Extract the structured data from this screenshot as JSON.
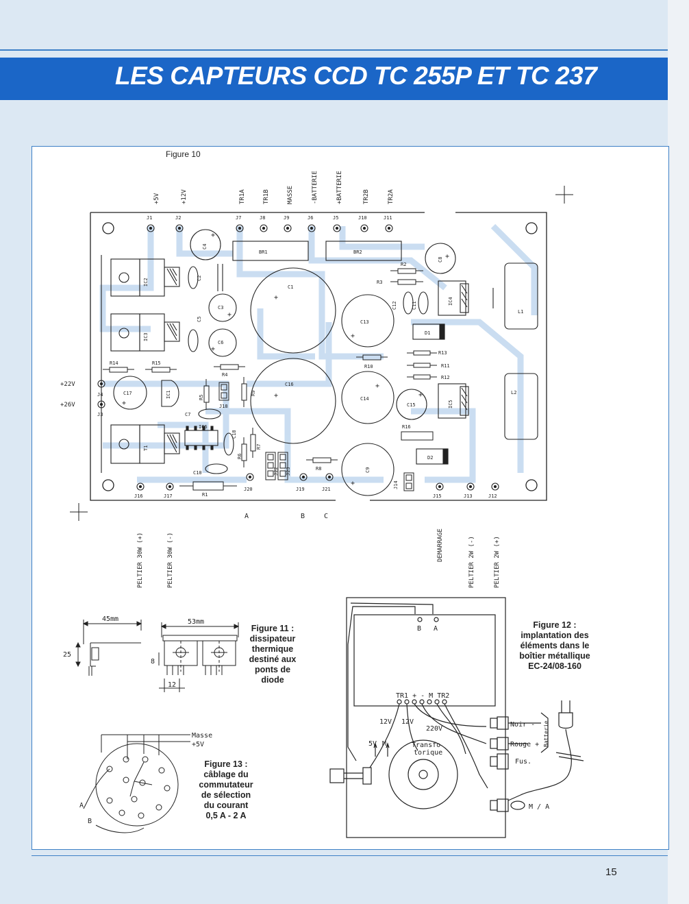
{
  "header": {
    "title": "LES CAPTEURS CCD TC 255P ET TC 237"
  },
  "page_number": "15",
  "figure10": {
    "title": "Figure 10",
    "top_labels": [
      "+5V",
      "+12V",
      "TR1A",
      "TR1B",
      "MASSE",
      "-BATTERIE",
      "+BATTERIE",
      "TR2B",
      "TR2A"
    ],
    "bottom_labels": [
      "PELTIER 30W (+)",
      "PELTIER 30W (-)",
      "DEMARRAGE",
      "PELTIER 2W (-)",
      "PELTIER 2W (+)"
    ],
    "left_labels": [
      "+22V",
      "+26V"
    ],
    "jumpers_top": [
      "J1",
      "J2",
      "J7",
      "J8",
      "J9",
      "J6",
      "J5",
      "J10",
      "J11"
    ],
    "jumpers_left": [
      "J4",
      "J3"
    ],
    "jumpers_bottom": [
      "J16",
      "J17",
      "J20",
      "J19",
      "J21",
      "J14",
      "J15",
      "J13",
      "J12"
    ],
    "abc": [
      "A",
      "B",
      "C"
    ],
    "components": {
      "br1": "BR1",
      "br2": "BR2",
      "c1": "C1",
      "c2": "C2",
      "c3": "C3",
      "c4": "C4",
      "c5": "C5",
      "c6": "C6",
      "c7": "C7",
      "c8": "C8",
      "c9": "C9",
      "c10": "C10",
      "c11": "C11",
      "c12": "C12",
      "c13": "C13",
      "c14": "C14",
      "c15": "C15",
      "c16": "C16",
      "c17": "C17",
      "c18": "C18",
      "ic1": "IC1",
      "ic2": "IC2",
      "ic3": "IC3",
      "ic4": "IC4",
      "ic5": "IC5",
      "ic6": "IC6",
      "t1": "T1",
      "d1": "D1",
      "d2": "D2",
      "l1": "L1",
      "l2": "L2",
      "r1": "R1",
      "r2": "R2",
      "r3": "R3",
      "r4": "R4",
      "r5": "R5",
      "r6": "R6",
      "r7": "R7",
      "r8": "R8",
      "r9": "R9",
      "r10": "R10",
      "r11": "R11",
      "r12": "R12",
      "r13": "R13",
      "r14": "R14",
      "r15": "R15",
      "r16": "R16",
      "j18": "J18",
      "j22": "J22",
      "j23": "J23"
    }
  },
  "figure11": {
    "caption": [
      "Figure 11 :",
      "dissipateur",
      "thermique",
      "destiné aux",
      "ponts de",
      "diode"
    ],
    "dims": [
      "45mm",
      "25",
      "53mm",
      "8",
      "12"
    ]
  },
  "figure12": {
    "caption": [
      "Figure 12 :",
      "implantation des",
      "éléments dans le",
      "boîtier métallique",
      "EC-24/08-160"
    ],
    "labels": {
      "b": "B",
      "a": "A",
      "tr_row": "TR1  +  -  M  TR2",
      "v12a": "12V",
      "v12b": "12V",
      "v220": "220V",
      "v5": "5V",
      "m": "M",
      "transfo": "Transfo",
      "torique": "torique",
      "noir": "Noir -",
      "rouge": "Rouge +",
      "batterie": "Batterie",
      "fus": "Fus.",
      "ma": "M / A"
    }
  },
  "figure13": {
    "caption": [
      "Figure 13 :",
      "câblage du",
      "commutateur",
      "de sélection",
      "du courant",
      "0,5 A - 2 A"
    ],
    "labels": {
      "masse": "Masse",
      "plus5": "+5V",
      "a": "A",
      "b": "B"
    }
  }
}
